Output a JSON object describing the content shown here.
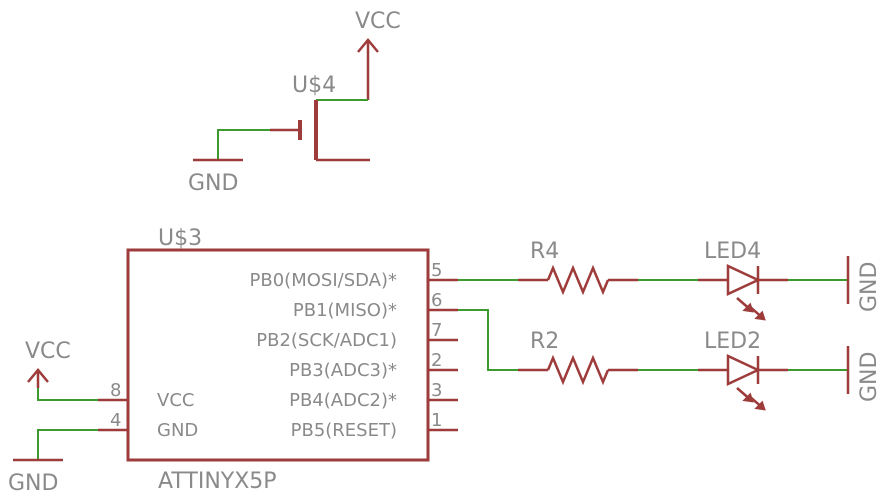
{
  "colors": {
    "symbol": "#9e3b3b",
    "wire": "#3d9a2f",
    "text": "#8a8a8a",
    "background": "#ffffff"
  },
  "labels": {
    "vcc_top": "VCC",
    "switch_name": "U$4",
    "gnd_switch": "GND",
    "chip_name": "U$3",
    "chip_value": "ATTINYX5P",
    "vcc_left": "VCC",
    "gnd_left": "GND",
    "r4": "R4",
    "r2": "R2",
    "led4": "LED4",
    "led2": "LED2",
    "gnd_led4": "GND",
    "gnd_led2": "GND"
  },
  "chip": {
    "right_pins": [
      {
        "name": "PB0(MOSI/SDA)*",
        "number": "5"
      },
      {
        "name": "PB1(MISO)*",
        "number": "6"
      },
      {
        "name": "PB2(SCK/ADC1)",
        "number": "7"
      },
      {
        "name": "PB3(ADC3)*",
        "number": "2"
      },
      {
        "name": "PB4(ADC2)*",
        "number": "3"
      },
      {
        "name": "PB5(RESET)",
        "number": "1"
      }
    ],
    "left_pins": [
      {
        "name": "VCC",
        "number": "8"
      },
      {
        "name": "GND",
        "number": "4"
      }
    ]
  }
}
